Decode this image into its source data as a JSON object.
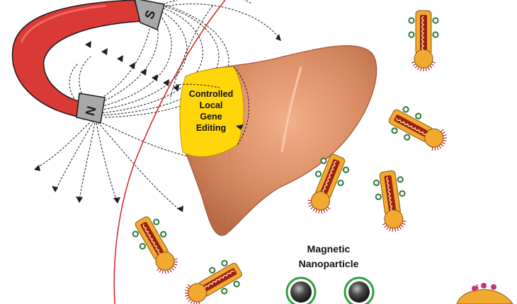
{
  "magnet": {
    "north_pole": "N",
    "south_pole": "S",
    "color": "#d93a36",
    "pole_color": "#a8a8a8"
  },
  "field_lines": {
    "color": "#1f1f1f",
    "boundary_color": "#d42020"
  },
  "organ": {
    "name_icon": "liver",
    "color": "#d88a62",
    "highlight_color": "#ffd60a",
    "highlight_label": [
      "Controlled",
      "Local",
      "Gene",
      "Editing"
    ]
  },
  "legend": {
    "label_line1": "Magnetic",
    "label_line2": "Nanoparticle",
    "particle_core": "#3a3a3a",
    "particle_ring": "#29a33a"
  },
  "vector": {
    "body_color": "#f2a92f",
    "rod_color": "#9b1f14",
    "dna_color": "#f2d08a",
    "nanoparticle_color": "#2b7a3a",
    "fringe_color": "#b0161d"
  }
}
